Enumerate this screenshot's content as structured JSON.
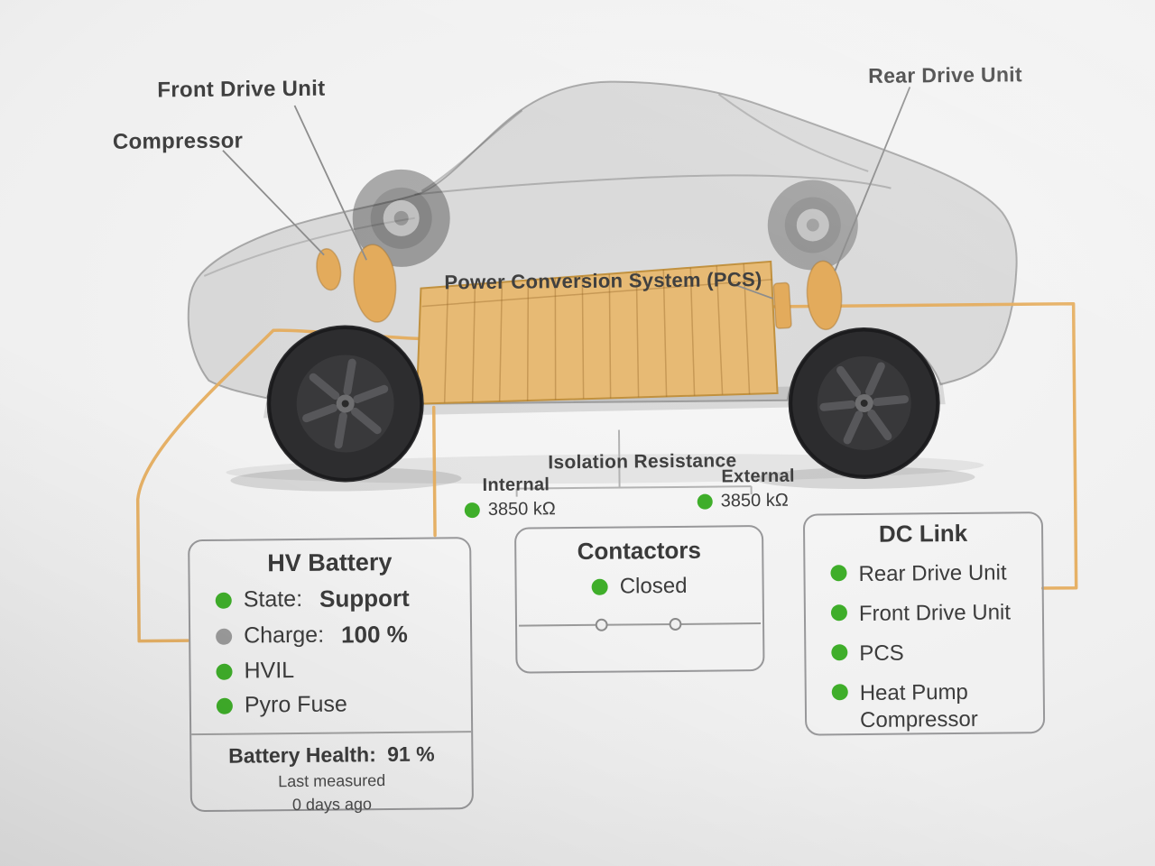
{
  "diagram": {
    "front_drive_unit_label": "Front Drive Unit",
    "compressor_label": "Compressor",
    "rear_drive_unit_label": "Rear Drive Unit",
    "pcs_label": "Power Conversion System (PCS)"
  },
  "isolation": {
    "title": "Isolation Resistance",
    "internal_label": "Internal",
    "internal_value": "3850 kΩ",
    "internal_status": "green",
    "external_label": "External",
    "external_value": "3850 kΩ",
    "external_status": "green"
  },
  "panels": {
    "hv_battery": {
      "title": "HV Battery",
      "items": [
        {
          "label": "State:",
          "value": "Support",
          "status": "green"
        },
        {
          "label": "Charge:",
          "value": "100 %",
          "status": "gray"
        },
        {
          "label": "HVIL",
          "value": "",
          "status": "green"
        },
        {
          "label": "Pyro Fuse",
          "value": "",
          "status": "green"
        }
      ],
      "battery_health_label": "Battery Health:",
      "battery_health_value": "91 %",
      "last_measured_line1": "Last measured",
      "last_measured_line2": "0 days ago"
    },
    "contactors": {
      "title": "Contactors",
      "status_label": "Closed",
      "status": "green"
    },
    "dc_link": {
      "title": "DC Link",
      "items": [
        {
          "label": "Rear Drive Unit",
          "status": "green"
        },
        {
          "label": "Front Drive Unit",
          "status": "green"
        },
        {
          "label": "PCS",
          "status": "green"
        },
        {
          "label": "Heat Pump Compressor",
          "status": "green"
        }
      ]
    }
  },
  "colors": {
    "status_green": "#3fae2a",
    "status_gray": "#9b9b9b",
    "harness_orange": "#e5ad5e",
    "battery_orange": "#e7ba74",
    "text": "#3c3c3c"
  }
}
